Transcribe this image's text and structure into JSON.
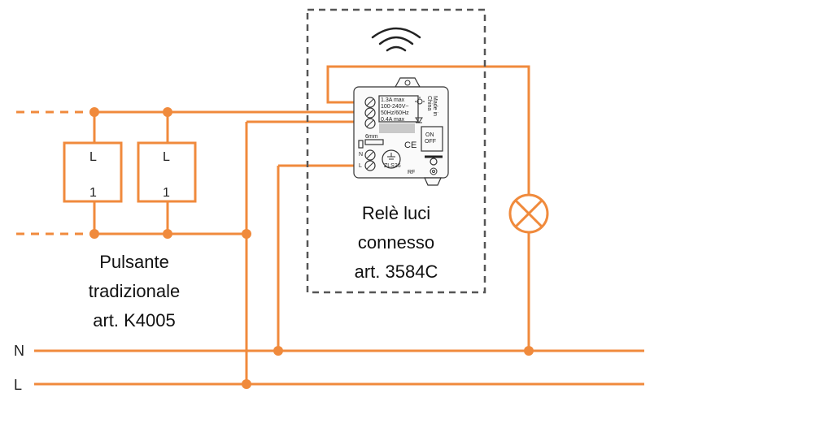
{
  "labels": {
    "neutral": "N",
    "line": "L",
    "switch_top": "L",
    "switch_bottom": "1"
  },
  "pushbutton_caption": [
    "Pulsante",
    "tradizionale",
    "art. K4005"
  ],
  "relay_caption": [
    "Relè luci",
    "connesso",
    "art. 3584C"
  ],
  "device": {
    "specs": [
      "1.3A max",
      "100-240V~",
      "50Hz/60Hz",
      "0.4A max"
    ],
    "made_in": [
      "Made in",
      "China"
    ],
    "on_off": [
      "ON",
      "OFF"
    ],
    "ce_mark": "CE",
    "model": "ZLS26",
    "rf": "RF",
    "wire_strip": "6mm",
    "terminal_n": "N",
    "terminal_l": "L"
  },
  "colors": {
    "wire": "#f08a3c",
    "outline": "#333333"
  },
  "icons": [
    "wifi-icon",
    "lamp-icon",
    "light-bulb-icon",
    "led-icon",
    "settings-gear-icon",
    "ground-symbol-icon"
  ]
}
